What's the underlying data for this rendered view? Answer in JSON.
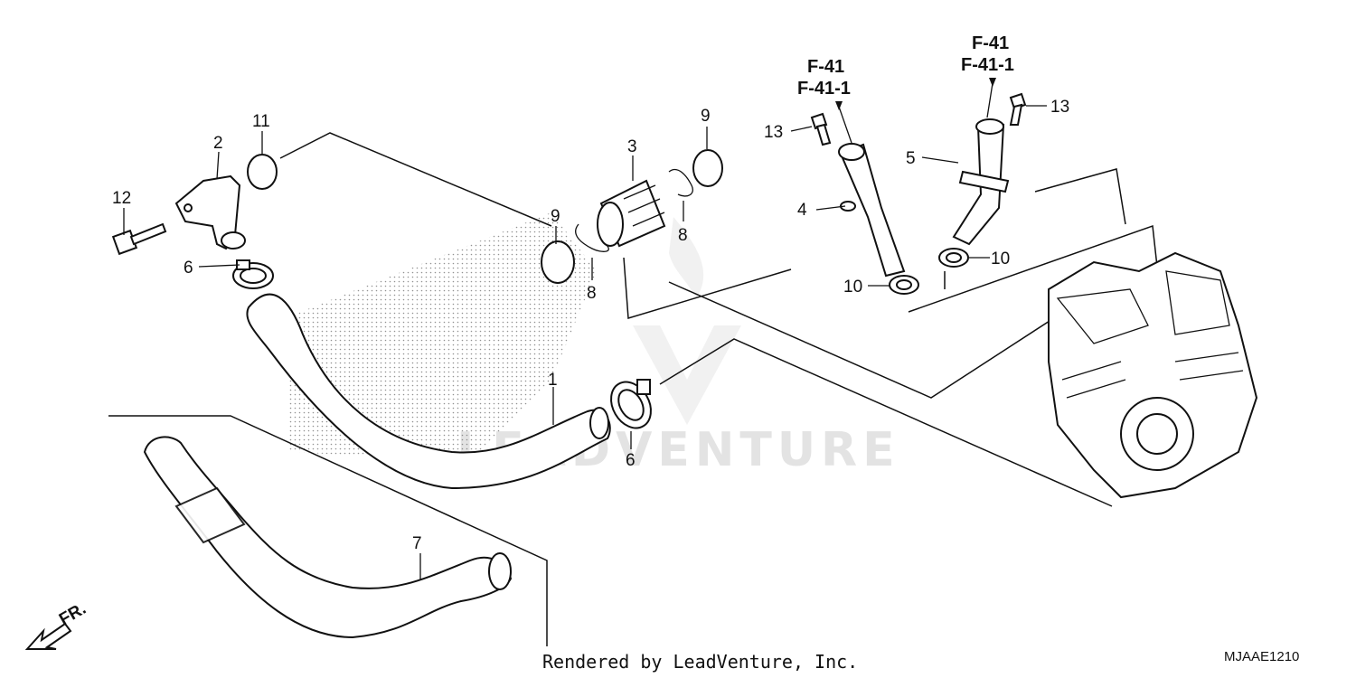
{
  "callouts": {
    "c1": "1",
    "c2": "2",
    "c3": "3",
    "c4": "4",
    "c5": "5",
    "c6a": "6",
    "c6b": "6",
    "c7": "7",
    "c8a": "8",
    "c8b": "8",
    "c9a": "9",
    "c9b": "9",
    "c10a": "10",
    "c10b": "10",
    "c11": "11",
    "c12": "12",
    "c13a": "13",
    "c13b": "13"
  },
  "references": {
    "left_a": "F-41",
    "left_b": "F-41-1",
    "right_a": "F-41",
    "right_b": "F-41-1"
  },
  "direction_label": "FR.",
  "watermark": "LEADVENTURE",
  "footer_text": "Rendered by LeadVenture, Inc.",
  "diagram_code": "MJAAE1210",
  "colors": {
    "line": "#111111",
    "watermark": "#e3e3e3",
    "background": "#ffffff"
  }
}
